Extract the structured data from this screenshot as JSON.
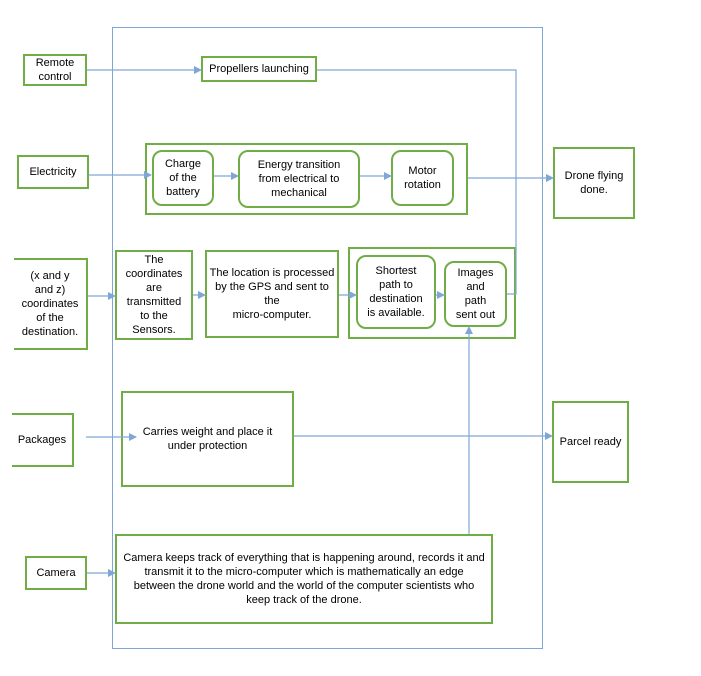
{
  "inputs": {
    "remote_control": "Remote\ncontrol",
    "electricity": "Electricity",
    "coordinates": "(x and y\nand z)\ncoordinates\nof the\ndestination.",
    "packages": "Packages",
    "camera": "Camera"
  },
  "process": {
    "propellers": "Propellers launching",
    "charge": "Charge\nof the\nbattery",
    "energy": "Energy transition\nfrom electrical to\nmechanical",
    "motor": "Motor\nrotation",
    "coords_transmitted": "The\ncoordinates\nare\ntransmitted\nto the\nSensors.",
    "gps": "The location is processed\nby the GPS and sent to the\nmicro-computer.",
    "shortest": "Shortest\npath to\ndestination\nis available.",
    "images": "Images\nand\npath\nsent out",
    "carries": "Carries weight and place it\nunder protection",
    "camera_desc": "Camera keeps track of everything that is happening around, records it and\ntransmit it to the micro-computer which is mathematically an edge\nbetween the drone world and the world of the computer scientists who\nkeep track of the drone."
  },
  "outputs": {
    "drone_flying": "Drone flying\ndone.",
    "parcel_ready": "Parcel ready"
  },
  "colors": {
    "box_border": "#70ad47",
    "arrow": "#7fa7d6"
  }
}
